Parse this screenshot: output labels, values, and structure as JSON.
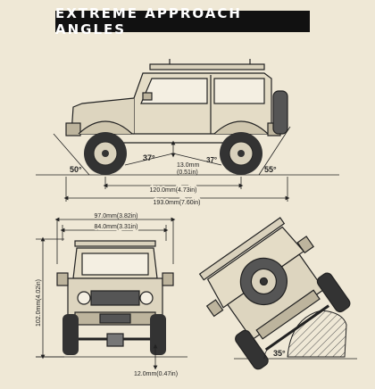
{
  "title": "EXTREME APPROACH ANGLES",
  "side_view": {
    "approach_angle": "50°",
    "departure_angle": "55°",
    "breakover_left": "37°",
    "breakover_right": "37°",
    "ground_clearance_mm": "13.0mm",
    "ground_clearance_in": "(0.51in)",
    "wheelbase": "120.0mm(4.73in)",
    "overall_length": "193.0mm(7.60in)"
  },
  "front_view": {
    "overall_width": "97.0mm(3.82in)",
    "track_width": "84.0mm(3.31in)",
    "height": "102.0mm(4.02in)",
    "axle_clearance": "12.0mm(0.47in)"
  },
  "tilt_view": {
    "tilt_angle": "35°"
  }
}
